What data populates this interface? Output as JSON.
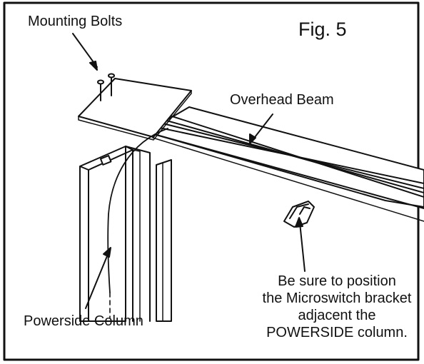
{
  "figure": {
    "number_label": "Fig. 5",
    "labels": {
      "mounting_bolts": "Mounting Bolts",
      "overhead_beam": "Overhead Beam",
      "powerside_column": "Powerside Column"
    },
    "note_lines": [
      "Be sure to position",
      "the Microswitch bracket",
      "adjacent the",
      "POWERSIDE column."
    ]
  },
  "colors": {
    "ink": "#111111",
    "paper": "#ffffff"
  }
}
